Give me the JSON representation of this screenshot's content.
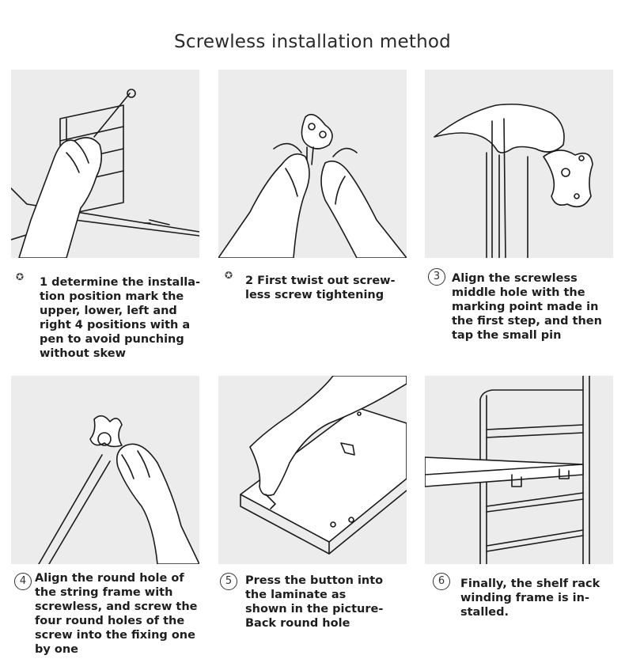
{
  "title": "Screwless installation method",
  "steps": [
    {
      "marker": "✪",
      "text": "1 determine the installa-\ntion position mark the\nupper, lower, left and\nright 4 positions with a\npen to avoid punching\nwithout skew",
      "icon": "pen-marking-icon"
    },
    {
      "marker": "✪",
      "text": "2 First twist out screw-\nless screw tightening",
      "icon": "twist-screw-icon"
    },
    {
      "marker": "③",
      "text": "Align the screwless\nmiddle hole with the\nmarking point made in\nthe first step, and then\ntap the small pin",
      "icon": "hammer-icon"
    },
    {
      "marker": "④",
      "text": "Align the round hole of\nthe string frame with\nscrewless, and screw the\nfour round holes of the\nscrew into the fixing one\nby one",
      "icon": "frame-screw-icon"
    },
    {
      "marker": "⑤",
      "text": "Press the button into\nthe laminate as\nshown in the picture-\nBack round hole",
      "icon": "press-button-icon"
    },
    {
      "marker": "⑥",
      "text": "Finally, the shelf rack\nwinding frame is in-\nstalled.",
      "icon": "installed-shelf-icon"
    }
  ]
}
